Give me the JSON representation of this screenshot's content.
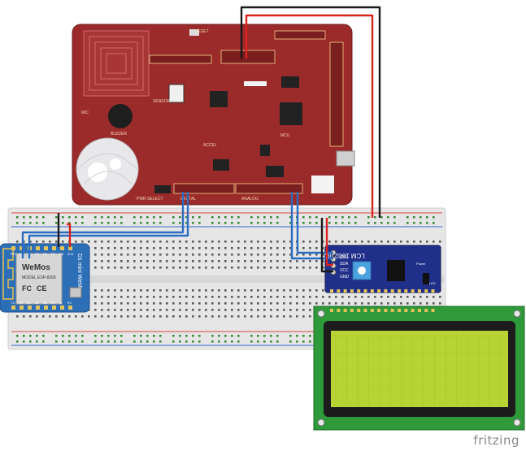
{
  "watermark": "fritzing",
  "wemos": {
    "logo": "WeMos",
    "model": "MODEL ESP-8266",
    "brand": "D1 mini WeMos",
    "pin_labels_top": [
      "RST",
      "A0",
      "D0",
      "D5",
      "D6",
      "D7",
      "D8",
      "3V3"
    ],
    "pin_labels_bottom": [
      "TX",
      "RX",
      "D1",
      "D2",
      "D3",
      "D4",
      "G",
      "5V"
    ]
  },
  "i2c_module": {
    "title": "LCM 1602 IIC",
    "pins": [
      "SCL",
      "SDA",
      "VCC",
      "GND"
    ],
    "power_label": "Power",
    "jumper_label": "LED"
  },
  "board": {
    "labels": [
      "ANALOG",
      "DIGITAL",
      "SENSOR",
      "MCU",
      "PWR SELECT",
      "ACCEL",
      "RESET",
      "MIC",
      "BUZZER"
    ]
  },
  "colors": {
    "board_red": "#9e2b2b",
    "breadboard": "#e9e9e9",
    "wemos_blue": "#2d6fb7",
    "i2c_blue": "#1f2f8a",
    "lcd_green": "#2f9a3a",
    "lcd_screen": "#b7d334",
    "wire_blue": "#2a6cc2",
    "wire_red": "#d9231c",
    "wire_black": "#1a1a1a"
  }
}
